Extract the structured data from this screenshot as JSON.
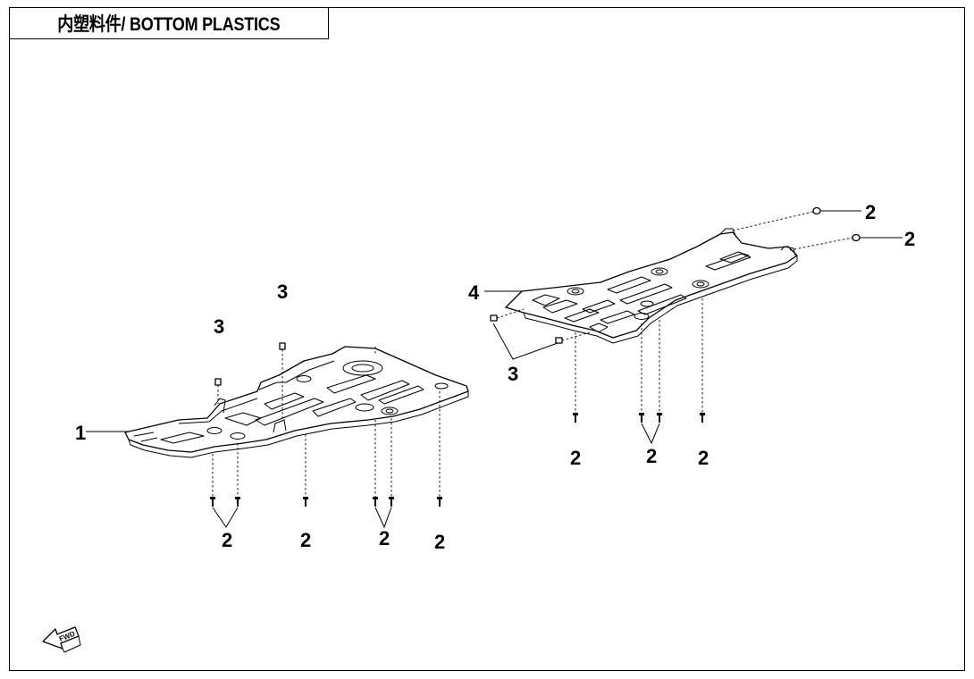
{
  "title": "内塑料件/ BOTTOM PLASTICS",
  "callouts": {
    "left_1": "1",
    "left_3a": "3",
    "left_3b": "3",
    "left_2a": "2",
    "left_2b": "2",
    "left_2c": "2",
    "left_2d": "2",
    "right_4": "4",
    "right_3": "3",
    "right_2a": "2",
    "right_2b": "2",
    "right_2c": "2",
    "right_2d": "2",
    "right_2e": "2"
  },
  "fwd_label": "FWD",
  "colors": {
    "line": "#000000",
    "background": "#ffffff"
  }
}
